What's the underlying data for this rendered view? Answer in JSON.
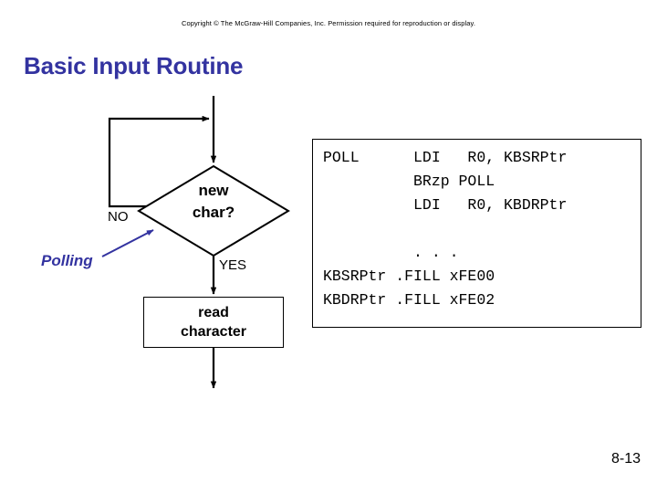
{
  "slide": {
    "copyright": "Copyright © The McGraw-Hill Companies, Inc. Permission required for reproduction or display.",
    "title": "Basic Input Routine",
    "page_number": "8-13",
    "title_color": "#3333A0",
    "accent_color": "#3333A0",
    "line_color": "#000000",
    "background": "#ffffff"
  },
  "flowchart": {
    "decision": {
      "line1": "new",
      "line2": "char?"
    },
    "branch_no": "NO",
    "branch_yes": "YES",
    "annotation": "Polling",
    "process": {
      "line1": "read",
      "line2": "character"
    }
  },
  "code": {
    "lines": [
      "POLL      LDI   R0, KBSRPtr",
      "          BRzp POLL",
      "          LDI   R0, KBDRPtr",
      "",
      "          . . .",
      "KBSRPtr .FILL xFE00",
      "KBDRPtr .FILL xFE02"
    ],
    "line_0": "POLL      LDI   R0, KBSRPtr",
    "line_1": "          BRzp POLL",
    "line_2": "          LDI   R0, KBDRPtr",
    "line_3": "",
    "line_4": "          . . .",
    "line_5": "KBSRPtr .FILL xFE00",
    "line_6": "KBDRPtr .FILL xFE02"
  }
}
